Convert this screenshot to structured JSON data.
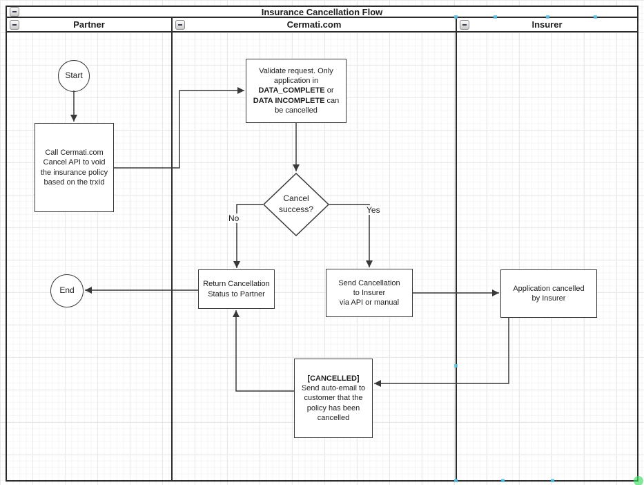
{
  "diagram": {
    "title": "Insurance Cancellation Flow",
    "lanes": [
      "Partner",
      "Cermati.com",
      "Insurer"
    ]
  },
  "nodes": {
    "start": "Start",
    "end": "End",
    "call_api": "Call Cermati.com\nCancel API to void\nthe insurance policy\nbased on the trxId",
    "validate": {
      "l1": "Validate request. Only",
      "l2": "application in",
      "b3": "DATA_COMPLETE",
      "r3": " or",
      "b4": "DATA INCOMPLETE",
      "r4": " can",
      "l5": "be cancelled"
    },
    "decision": "Cancel\nsuccess?",
    "return_status": "Return Cancellation\nStatus to Partner",
    "send_cancellation": "Send Cancellation\nto Insurer\nvia API or manual",
    "application_cancelled": "Application cancelled\nby Insurer",
    "cancelled_email": {
      "title": "[CANCELLED]",
      "body": "Send auto-email to\ncustomer that the\npolicy has been\ncancelled"
    }
  },
  "edge_labels": {
    "no": "No",
    "yes": "Yes"
  },
  "colors": {
    "stroke": "#383838",
    "pool_border": "#2b2b2b",
    "node_fill": "#ffffff",
    "grid_minor": "#f5f5f5",
    "grid_major": "#e9e9e9",
    "connection_point": "#5ec7ea",
    "resize_handle": "#3fdd63"
  }
}
